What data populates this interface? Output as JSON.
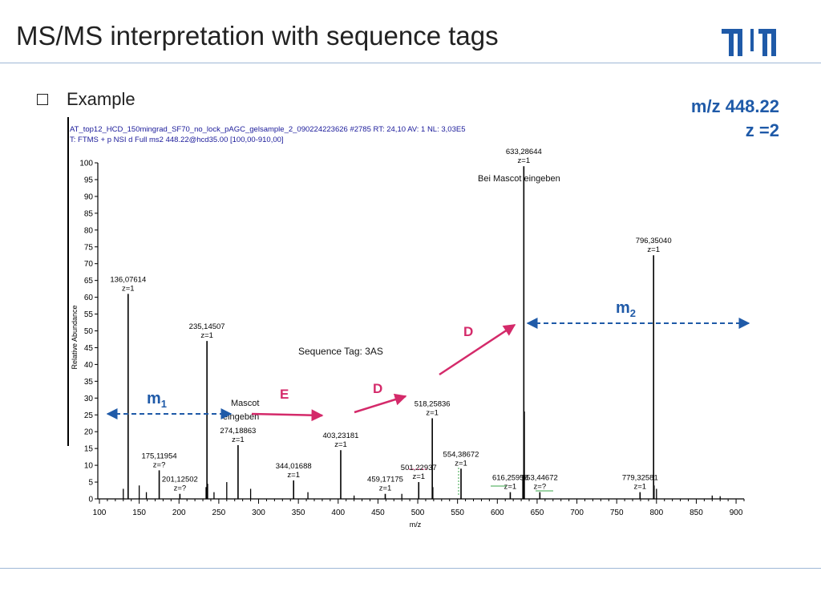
{
  "slide": {
    "title": "MS/MS interpretation with sequence tags",
    "bullet": "Example",
    "precursor_mz": "m/z 448.22",
    "charge": "z =2"
  },
  "spectrum_header": {
    "line1": "AT_top12_HCD_150mingrad_SF70_no_lock_pAGC_gelsample_2_090224223626 #2785  RT: 24,10  AV: 1  NL: 3,03E5",
    "line2": "T: FTMS + p NSI d Full ms2 448.22@hcd35.00 [100,00-910,00]"
  },
  "annotations": {
    "bei_mascot": "Bei Mascot eingeben",
    "sequence_tag": "Sequence Tag: 3AS",
    "mascot_eingeben": "Mascot eingeben",
    "m1": "m",
    "m1_sub": "1",
    "m2": "m",
    "m2_sub": "2",
    "arrow_E": "E",
    "arrow_D1": "D",
    "arrow_D2": "D"
  },
  "colors": {
    "annotation_blue": "#1f5aa8",
    "arrow_pink": "#d42a6a",
    "peak": "#000000"
  },
  "chart_data": {
    "type": "bar",
    "xlabel": "m/z",
    "ylabel": "Relative Abundance",
    "xlim": [
      100,
      910
    ],
    "ylim": [
      0,
      100
    ],
    "xticks": [
      100,
      150,
      200,
      250,
      300,
      350,
      400,
      450,
      500,
      550,
      600,
      650,
      700,
      750,
      800,
      850,
      900
    ],
    "yticks": [
      0,
      5,
      10,
      15,
      20,
      25,
      30,
      35,
      40,
      45,
      50,
      55,
      60,
      65,
      70,
      75,
      80,
      85,
      90,
      95,
      100
    ],
    "labeled_peaks": [
      {
        "mz": 136.07614,
        "intensity": 61,
        "label": "136,07614",
        "charge": "z=1"
      },
      {
        "mz": 175.11954,
        "intensity": 8.5,
        "label": "175,11954",
        "charge": "z=?"
      },
      {
        "mz": 201.12502,
        "intensity": 1.5,
        "label": "201,12502",
        "charge": "z=?"
      },
      {
        "mz": 235.14507,
        "intensity": 47,
        "label": "235,14507",
        "charge": "z=1"
      },
      {
        "mz": 274.18863,
        "intensity": 16,
        "label": "274,18863",
        "charge": "z=1"
      },
      {
        "mz": 344.01688,
        "intensity": 5.5,
        "label": "344,01688",
        "charge": "z=1"
      },
      {
        "mz": 403.23181,
        "intensity": 14.5,
        "label": "403,23181",
        "charge": "z=1"
      },
      {
        "mz": 459.17175,
        "intensity": 1.5,
        "label": "459,17175",
        "charge": "z=1"
      },
      {
        "mz": 501.22937,
        "intensity": 5,
        "label": "501,22937",
        "charge": "z=1"
      },
      {
        "mz": 518.25836,
        "intensity": 24,
        "label": "518,25836",
        "charge": "z=1"
      },
      {
        "mz": 554.38672,
        "intensity": 9,
        "label": "554,38672",
        "charge": "z=1"
      },
      {
        "mz": 616.25958,
        "intensity": 2,
        "label": "616,25958",
        "charge": "z=1"
      },
      {
        "mz": 633.28644,
        "intensity": 99,
        "label": "633,28644",
        "charge": "z=1"
      },
      {
        "mz": 653.44672,
        "intensity": 2,
        "label": "653,44672",
        "charge": "z=?"
      },
      {
        "mz": 779.32581,
        "intensity": 2,
        "label": "779,32581",
        "charge": "z=1"
      },
      {
        "mz": 796.3504,
        "intensity": 72.5,
        "label": "796,35040",
        "charge": "z=1"
      }
    ],
    "minor_peaks": [
      {
        "mz": 130,
        "intensity": 3
      },
      {
        "mz": 150,
        "intensity": 4
      },
      {
        "mz": 159,
        "intensity": 2
      },
      {
        "mz": 234,
        "intensity": 3.5
      },
      {
        "mz": 236,
        "intensity": 4.5
      },
      {
        "mz": 244,
        "intensity": 2
      },
      {
        "mz": 260,
        "intensity": 5
      },
      {
        "mz": 290,
        "intensity": 3
      },
      {
        "mz": 362,
        "intensity": 2
      },
      {
        "mz": 420,
        "intensity": 1
      },
      {
        "mz": 480,
        "intensity": 1.5
      },
      {
        "mz": 519,
        "intensity": 3.5
      },
      {
        "mz": 634,
        "intensity": 26
      },
      {
        "mz": 632,
        "intensity": 7
      },
      {
        "mz": 797,
        "intensity": 4
      },
      {
        "mz": 800,
        "intensity": 3
      },
      {
        "mz": 870,
        "intensity": 1
      },
      {
        "mz": 880,
        "intensity": 0.8
      }
    ]
  }
}
